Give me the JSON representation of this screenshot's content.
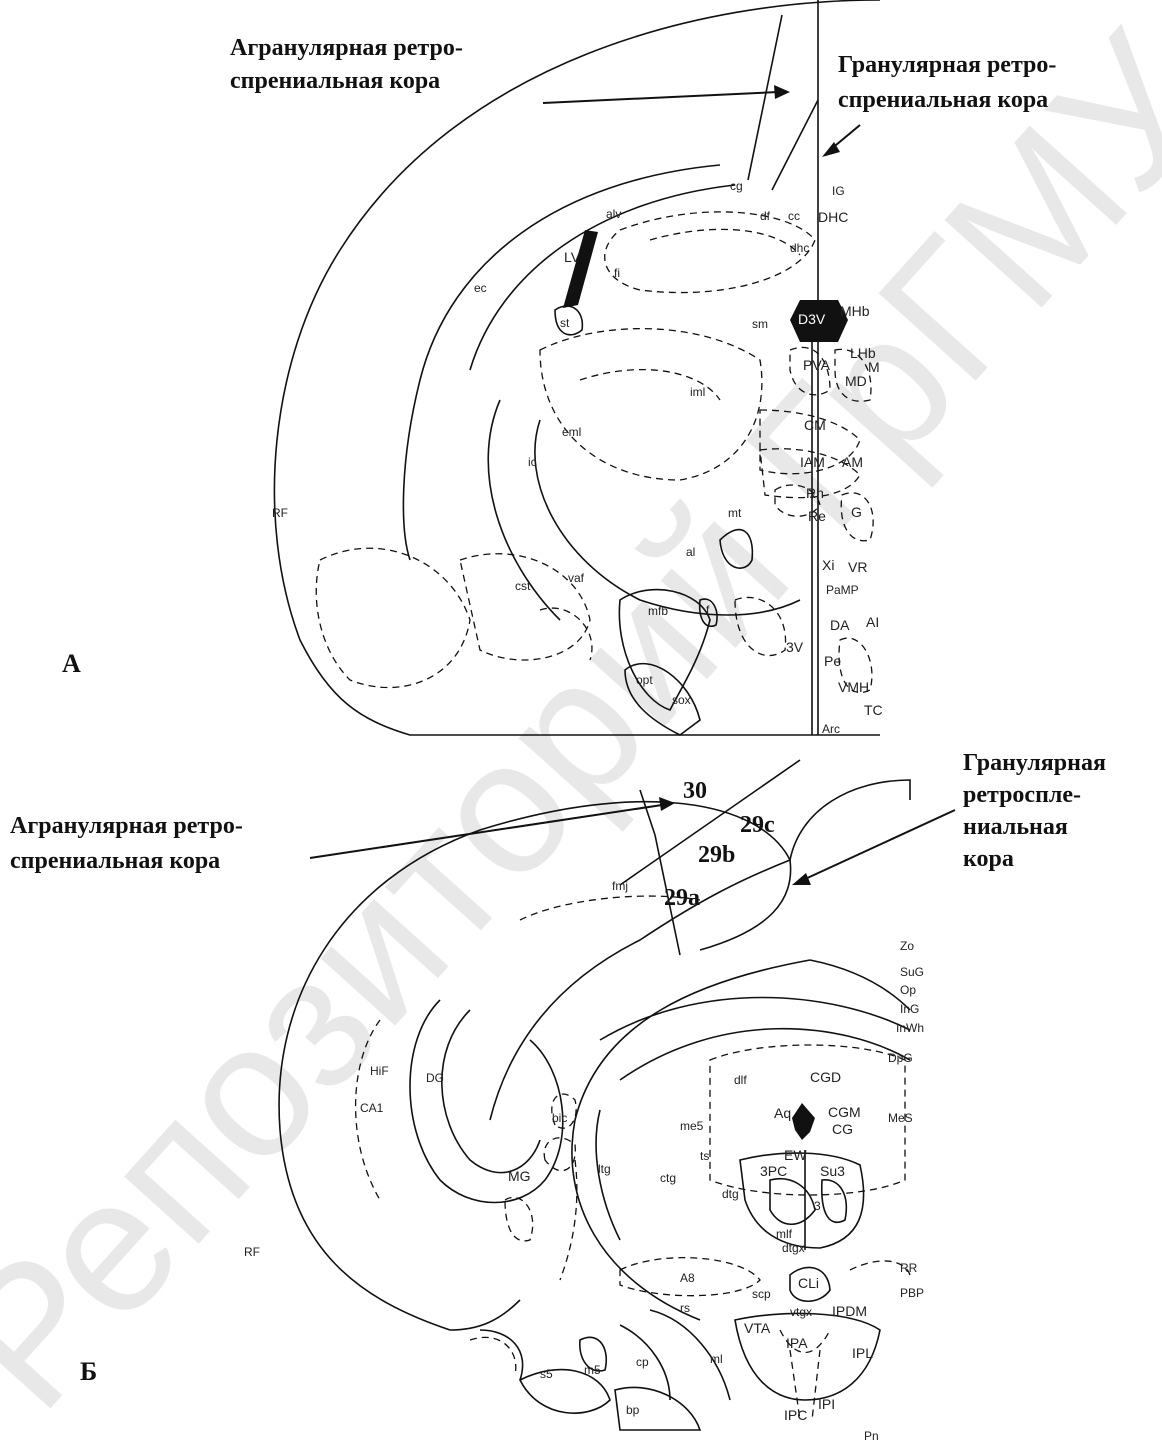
{
  "watermark": "Репозиторий ГрГМУ",
  "panel_a": {
    "letter": "А",
    "agranular_label": [
      "Агранулярная ретро-",
      "спрениальная кора"
    ],
    "granular_label": [
      "Гранулярная ретро-",
      "спрениальная кора"
    ],
    "structure_labels": [
      "cg",
      "IG",
      "df",
      "cc",
      "DHC",
      "alv",
      "LV",
      "fi",
      "dhc",
      "ec",
      "st",
      "sm",
      "D3V",
      "MHb",
      "LHb",
      "M",
      "PVA",
      "MD",
      "iml",
      "eml",
      "CM",
      "ic",
      "IAM",
      "AM",
      "Rh",
      "Re",
      "G",
      "RF",
      "mt",
      "VR",
      "al",
      "Xi",
      "cst",
      "vaf",
      "PaMP",
      "mfb",
      "f",
      "DA",
      "AI",
      "3V",
      "Pe",
      "VMH",
      "opt",
      "sox",
      "TC",
      "Arc"
    ]
  },
  "panel_b": {
    "letter": "Б",
    "agranular_label": [
      "Агранулярная ретро-",
      "спрениальная кора"
    ],
    "granular_label": [
      "Гранулярная",
      "ретроспле-",
      "ниальная",
      "кора"
    ],
    "area_labels": [
      "30",
      "29c",
      "29b",
      "29a"
    ],
    "structure_labels": [
      "fmj",
      "Zo",
      "SuG",
      "Op",
      "InG",
      "InWh",
      "DpG",
      "HiF",
      "DG",
      "dlf",
      "CGD",
      "CA1",
      "bic",
      "Aq",
      "CGM",
      "CG",
      "MeS",
      "me5",
      "EW",
      "MG",
      "ltg",
      "ctg",
      "ts",
      "3PC",
      "Su3",
      "dtg",
      "3",
      "mlf",
      "dtgx",
      "RF",
      "A8",
      "CLi",
      "RR",
      "PBP",
      "scp",
      "vtgx",
      "IPDM",
      "rs",
      "VTA",
      "IPA",
      "IPL",
      "s5",
      "m5",
      "cp",
      "ml",
      "bp",
      "IPC",
      "IPI",
      "Pn"
    ]
  }
}
